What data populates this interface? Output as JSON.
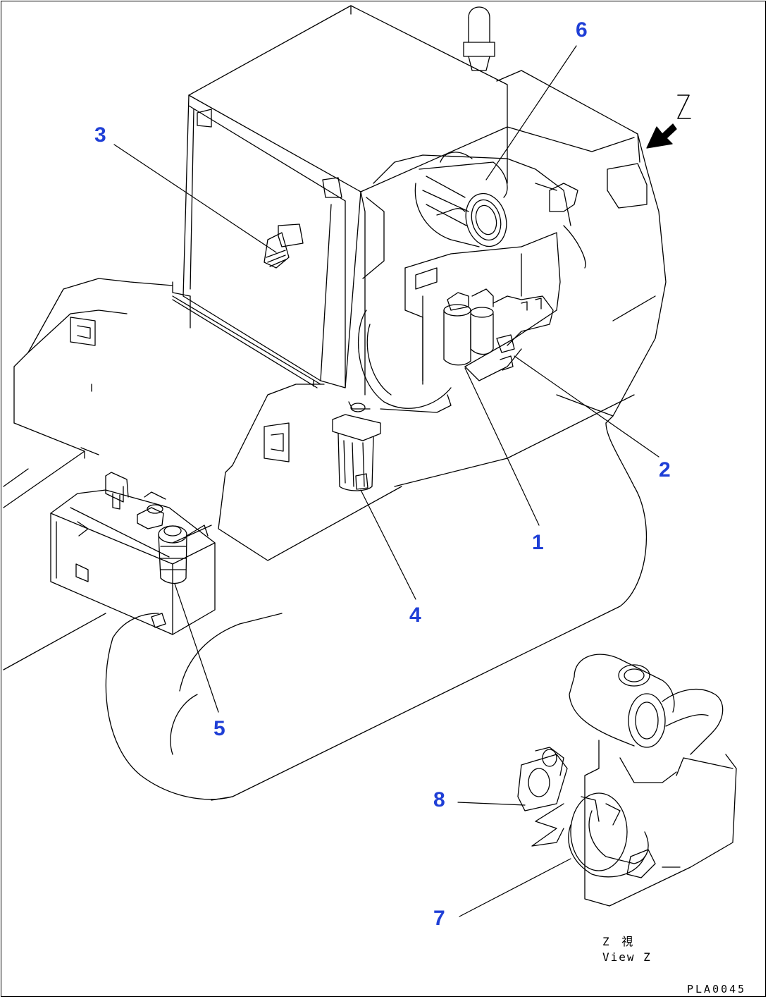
{
  "diagram": {
    "callouts": {
      "c1": "1",
      "c2": "2",
      "c3": "3",
      "c4": "4",
      "c5": "5",
      "c6": "6",
      "c7": "7",
      "c8": "8"
    },
    "view_marker": "Z",
    "inset_caption_line1": "Z 視",
    "inset_caption_line2": "View Z",
    "drawing_code": "PLA0045"
  },
  "colors": {
    "callout_text": "#1f3fd6",
    "line_art": "#000000"
  }
}
